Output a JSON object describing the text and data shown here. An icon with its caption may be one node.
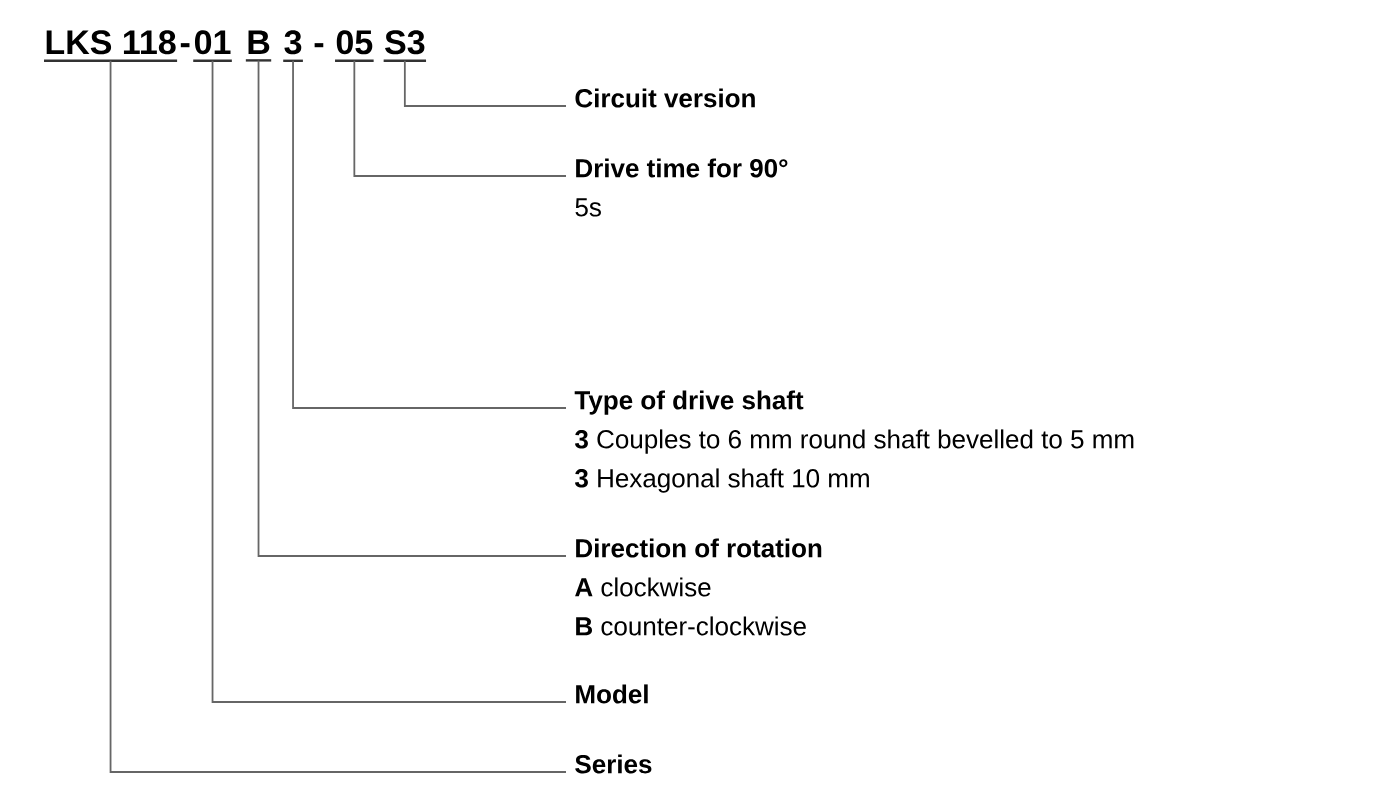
{
  "diagram": {
    "nodes": [
      {
        "text": [
          "LKS 118"
        ]
      },
      {
        "text": [
          "01"
        ]
      },
      {
        "text": [
          "B"
        ]
      },
      {
        "text": [
          "3"
        ]
      },
      {
        "text": [
          "05"
        ]
      },
      {
        "text": [
          "S3"
        ]
      },
      {
        "text": [
          "Circuit version"
        ]
      },
      {
        "text": [
          "Drive time for 90°",
          "5s"
        ]
      },
      {
        "text": [
          "Type of drive shaft",
          "**3** Couples to 6 mm round shaft bevelled to 5 mm",
          "**3** Hexagonal shaft 10 mm"
        ]
      },
      {
        "text": [
          "Direction of rotation",
          "**A** clockwise",
          "**B** counter-clockwise"
        ]
      },
      {
        "text": [
          "Model"
        ]
      },
      {
        "text": [
          "Series"
        ]
      }
    ],
    "edges": [
      {
        "from": 5,
        "to": 6,
        "arrow": "none"
      },
      {
        "from": 4,
        "to": 7,
        "arrow": "none"
      },
      {
        "from": 3,
        "to": 8,
        "arrow": "none"
      },
      {
        "from": 2,
        "to": 9,
        "arrow": "none"
      },
      {
        "from": 1,
        "to": 10,
        "arrow": "none"
      },
      {
        "from": 0,
        "to": 11,
        "arrow": "none"
      }
    ],
    "labels": [
      "-",
      "-"
    ]
  }
}
